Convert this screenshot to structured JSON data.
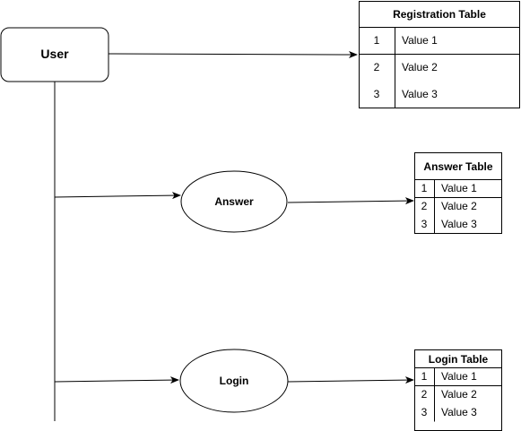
{
  "user": {
    "label": "User"
  },
  "processes": {
    "answer": {
      "label": "Answer"
    },
    "login": {
      "label": "Login"
    }
  },
  "tables": {
    "registration": {
      "title": "Registration Table",
      "rows": [
        {
          "num": "1",
          "value": "Value 1"
        },
        {
          "num": "2",
          "value": "Value 2"
        },
        {
          "num": "3",
          "value": "Value 3"
        }
      ]
    },
    "answer": {
      "title": "Answer Table",
      "rows": [
        {
          "num": "1",
          "value": "Value 1"
        },
        {
          "num": "2",
          "value": "Value 2"
        },
        {
          "num": "3",
          "value": "Value 3"
        }
      ]
    },
    "login": {
      "title": "Login Table",
      "rows": [
        {
          "num": "1",
          "value": "Value 1"
        },
        {
          "num": "2",
          "value": "Value 2"
        },
        {
          "num": "3",
          "value": "Value 3"
        }
      ]
    }
  },
  "colors": {
    "stroke": "#000000",
    "fill": "#ffffff"
  }
}
